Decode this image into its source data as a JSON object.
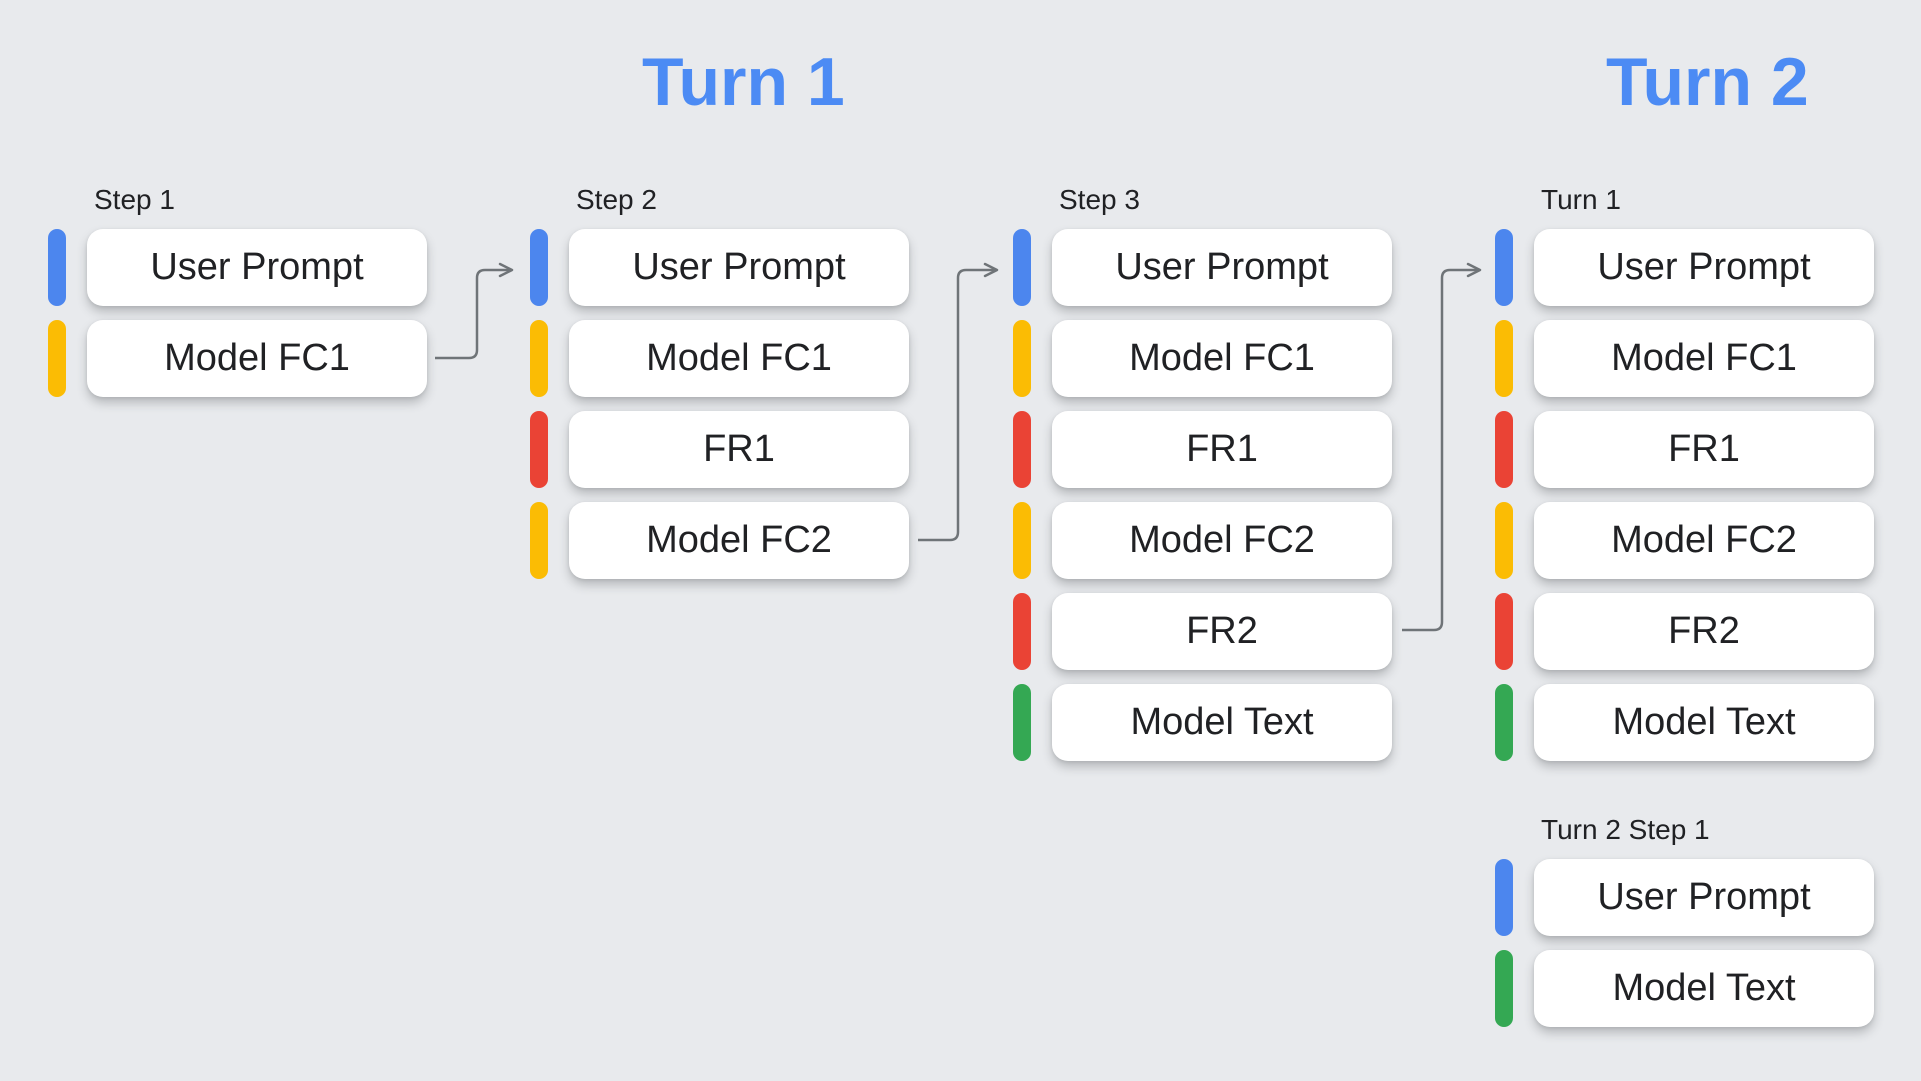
{
  "titles": {
    "turn1": "Turn 1",
    "turn2": "Turn 2"
  },
  "legend_colors": {
    "user_prompt": "#4C86EE",
    "model_function_call": "#FBBC04",
    "function_response": "#EA4335",
    "model_text": "#34A853",
    "title_blue": "#4C8BF4",
    "arrow_gray": "#6F7478",
    "background": "#E8EAED"
  },
  "groups": [
    {
      "label": "Step 1",
      "items": [
        {
          "type": "user_prompt",
          "label": "User Prompt"
        },
        {
          "type": "model_function_call",
          "label": "Model FC1"
        }
      ]
    },
    {
      "label": "Step 2",
      "items": [
        {
          "type": "user_prompt",
          "label": "User Prompt"
        },
        {
          "type": "model_function_call",
          "label": "Model FC1"
        },
        {
          "type": "function_response",
          "label": "FR1"
        },
        {
          "type": "model_function_call",
          "label": "Model FC2"
        }
      ]
    },
    {
      "label": "Step 3",
      "items": [
        {
          "type": "user_prompt",
          "label": "User Prompt"
        },
        {
          "type": "model_function_call",
          "label": "Model FC1"
        },
        {
          "type": "function_response",
          "label": "FR1"
        },
        {
          "type": "model_function_call",
          "label": "Model FC2"
        },
        {
          "type": "function_response",
          "label": "FR2"
        },
        {
          "type": "model_text",
          "label": "Model Text"
        }
      ]
    },
    {
      "label": "Turn 1",
      "items": [
        {
          "type": "user_prompt",
          "label": "User Prompt"
        },
        {
          "type": "model_function_call",
          "label": "Model FC1"
        },
        {
          "type": "function_response",
          "label": "FR1"
        },
        {
          "type": "model_function_call",
          "label": "Model FC2"
        },
        {
          "type": "function_response",
          "label": "FR2"
        },
        {
          "type": "model_text",
          "label": "Model Text"
        }
      ]
    },
    {
      "label": "Turn 2 Step 1",
      "items": [
        {
          "type": "user_prompt",
          "label": "User Prompt"
        },
        {
          "type": "model_text",
          "label": "Model Text"
        }
      ]
    }
  ],
  "arrows": [
    {
      "from": "Step 1 / Model FC1",
      "to": "Step 2 / User Prompt"
    },
    {
      "from": "Step 2 / Model FC2",
      "to": "Step 3 / User Prompt"
    },
    {
      "from": "Step 3 / FR2",
      "to": "Turn 1 / User Prompt"
    }
  ]
}
